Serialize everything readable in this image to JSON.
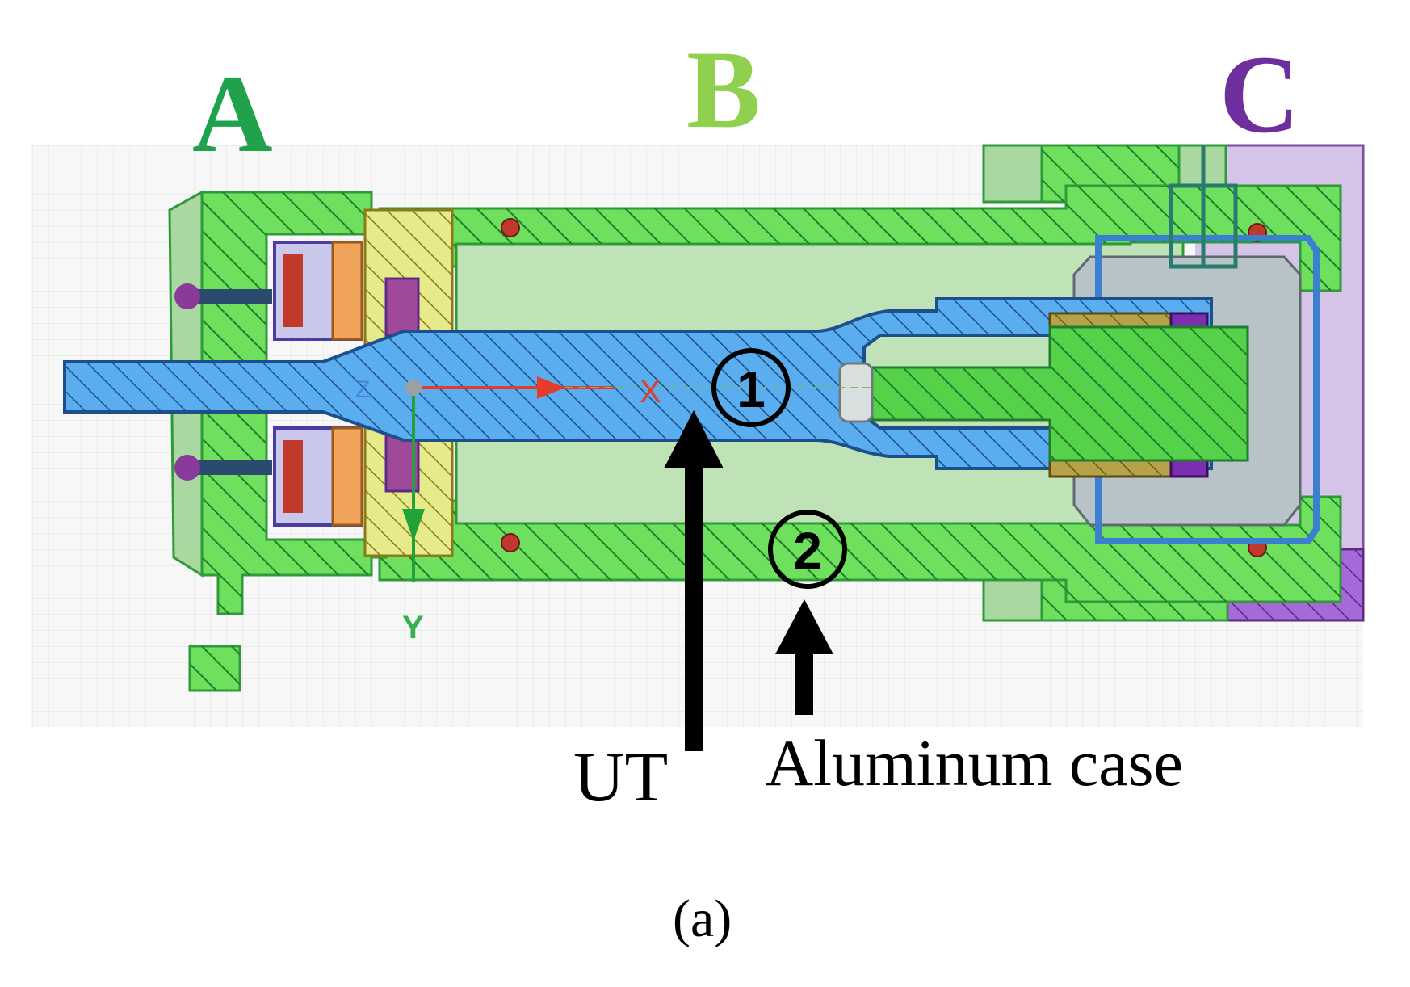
{
  "figure": {
    "sections": [
      {
        "id": "A",
        "label": "A",
        "color": "#1fa24b"
      },
      {
        "id": "B",
        "label": "B",
        "color": "#8fd14f"
      },
      {
        "id": "C",
        "label": "C",
        "color": "#6e2f9e"
      }
    ],
    "markers": [
      {
        "id": "1",
        "label": "1"
      },
      {
        "id": "2",
        "label": "2"
      }
    ],
    "annotations": {
      "ut_label": "UT",
      "case_label": "Aluminum case"
    },
    "axes": {
      "x_label": "X",
      "y_label": "Y",
      "z_label": "Z"
    },
    "caption": "(a)",
    "colors": {
      "horn": "#5aaef0",
      "housing": "#6ee05e",
      "housing_dark": "#2f9a3a",
      "flange_purple": "#a768d8",
      "cap_gray": "#b8c3c8",
      "piezo_gold": "#b7a24a",
      "bolt": "#55d24a",
      "x_axis": "#e53b2a",
      "y_axis": "#23a23a"
    }
  }
}
